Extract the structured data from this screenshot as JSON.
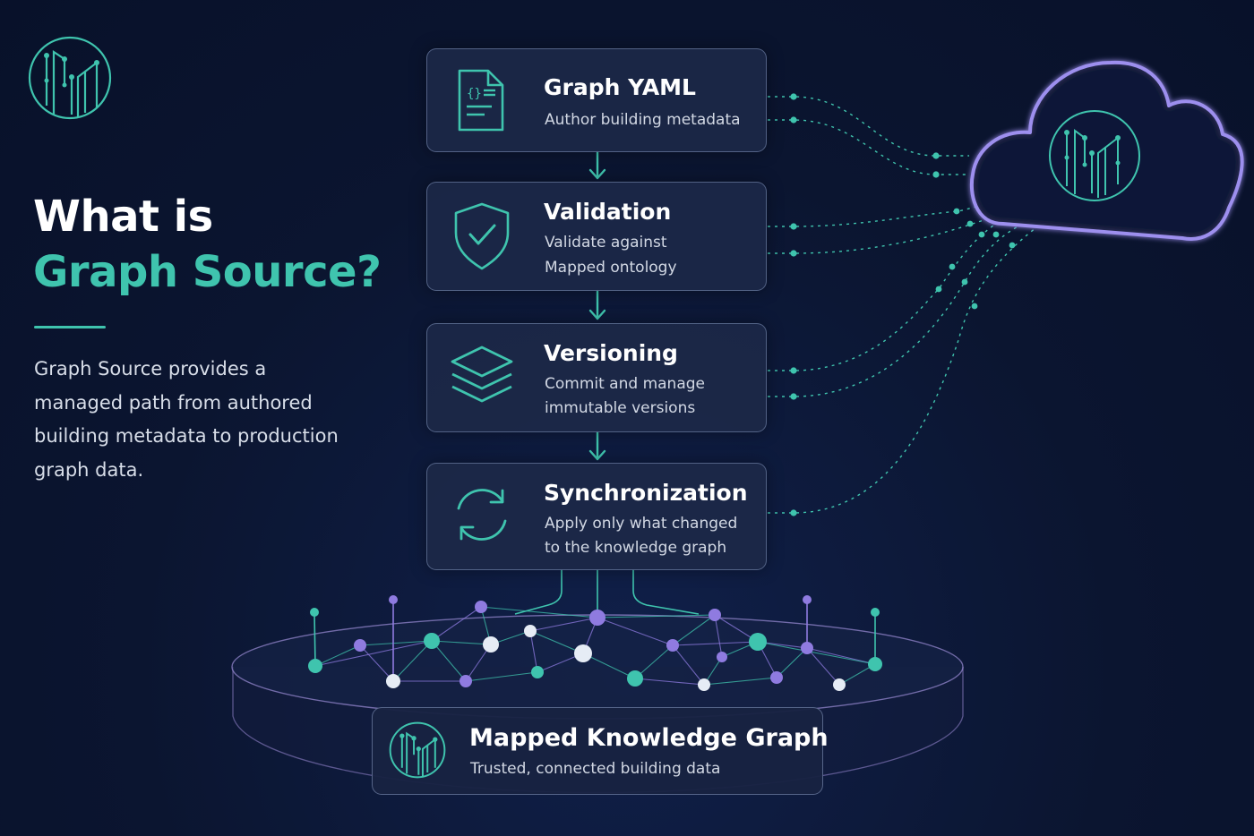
{
  "colors": {
    "background": "#0b1530",
    "accent_teal": "#3fc4ae",
    "accent_purple": "#8f7be0",
    "card": "#1c2848"
  },
  "heading": {
    "line1": "What is",
    "line2": "Graph Source?"
  },
  "intro_text": "Graph Source provides a managed path from authored building metadata to production graph data.",
  "steps": [
    {
      "icon": "yaml-file-icon",
      "title": "Graph YAML",
      "desc_line1": "Author building metadata",
      "desc_line2": ""
    },
    {
      "icon": "shield-check-icon",
      "title": "Validation",
      "desc_line1": "Validate against",
      "desc_line2": "Mapped ontology"
    },
    {
      "icon": "layers-icon",
      "title": "Versioning",
      "desc_line1": "Commit and manage",
      "desc_line2": "immutable versions"
    },
    {
      "icon": "sync-icon",
      "title": "Synchronization",
      "desc_line1": "Apply only what changed",
      "desc_line2": "to the knowledge graph"
    }
  ],
  "destination": {
    "icon": "mapped-logo-icon",
    "title": "Mapped Knowledge Graph",
    "desc": "Trusted, connected building data"
  },
  "cloud_icon": "cloud-icon"
}
